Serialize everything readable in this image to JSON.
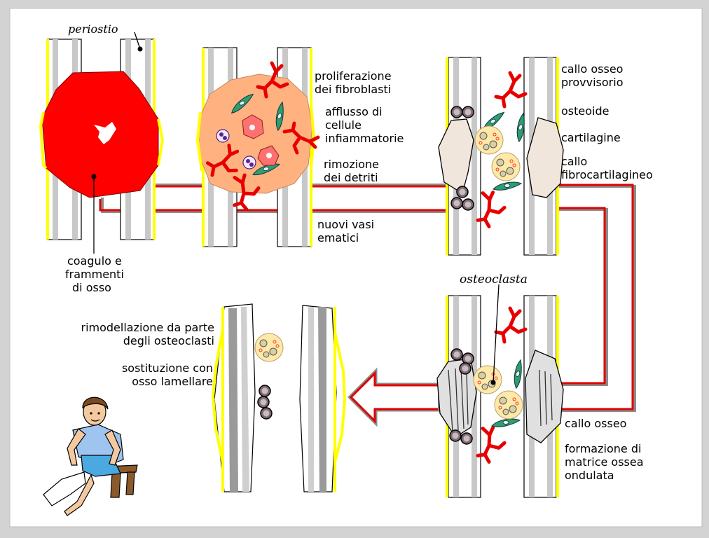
{
  "labels": {
    "periosteum": "periostio",
    "clot_line1": "coagulo e",
    "clot_line2": "frammenti",
    "clot_line3": "di osso",
    "fibroblast_line1": "proliferazione",
    "fibroblast_line2": "dei fibroblasti",
    "influx_line1": "afflusso di",
    "influx_line2": "cellule",
    "influx_line3": "infiammatorie",
    "debris_line1": "rimozione",
    "debris_line2": "dei detriti",
    "vessels_line1": "nuovi vasi",
    "vessels_line2": "ematici",
    "callus_line1": "callo osseo",
    "callus_line2": "provvisorio",
    "osteoid": "osteoide",
    "cartilage": "cartilagine",
    "fibro_line1": "callo",
    "fibro_line2": "fibrocartilagineo",
    "osteoclast": "osteoclasta",
    "bony_callus": "callo osseo",
    "matrix_line1": "formazione di",
    "matrix_line2": "matrice ossea",
    "matrix_line3": "ondulata",
    "remodel_line1": "rimodellazione da parte",
    "remodel_line2": "degli osteoclasti",
    "lamellar_line1": "sostituzione con",
    "lamellar_line2": "osso lamellare"
  },
  "colors": {
    "background": "#d3d3d3",
    "panel": "#ffffff",
    "clot": "#ff0000",
    "periosteum": "#ffff00",
    "hematoma": "#ffb27f",
    "arrow": "#e00000",
    "arrow_shadow": "#8c8c8c",
    "cartilage": "#f0e6dc",
    "fibroblast": "#2e9e6a",
    "osteoclast": "#8c7a80",
    "bony_callus": "#d8d8d8"
  }
}
